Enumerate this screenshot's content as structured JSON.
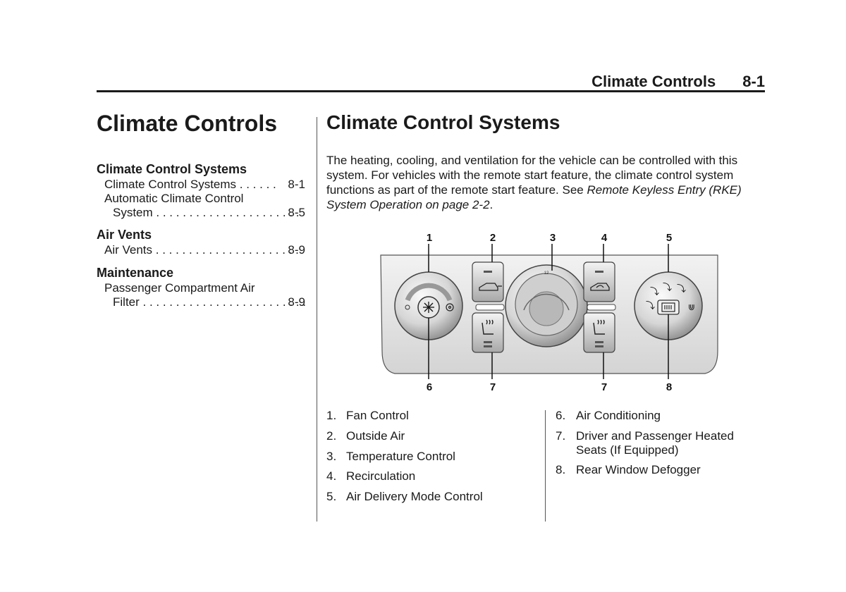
{
  "header": {
    "title": "Climate Controls",
    "page_number": "8-1"
  },
  "chapter_title": "Climate Controls",
  "toc": [
    {
      "heading": "Climate Control Systems",
      "entries": [
        {
          "text": "Climate Control Systems",
          "dots": " . . . . . . ",
          "page": "8-1"
        },
        {
          "text": "Automatic Climate Control",
          "dots": "",
          "page": ""
        },
        {
          "text": "System",
          "dots": " . . . . . . . . . . . . . . . . . . . . . . ",
          "page": "8-5"
        }
      ]
    },
    {
      "heading": "Air Vents",
      "entries": [
        {
          "text": "Air Vents",
          "dots": " . . . . . . . . . . . . . . . . . . . . . . ",
          "page": "8-9"
        }
      ]
    },
    {
      "heading": "Maintenance",
      "entries": [
        {
          "text": "Passenger Compartment Air",
          "dots": "",
          "page": ""
        },
        {
          "text": "Filter",
          "dots": " . . . . . . . . . . . . . . . . . . . . . . . . . ",
          "page": "8-9"
        }
      ]
    }
  ],
  "section": {
    "title": "Climate Control Systems",
    "intro_text": "The heating, cooling, and ventilation for the vehicle can be controlled with this system. For vehicles with the remote start feature, the climate control system functions as part of the remote start feature. See ",
    "intro_link": "Remote Keyless Entry (RKE) System Operation on page 2-2",
    "intro_end": "."
  },
  "diagram": {
    "callouts_top": [
      "1",
      "2",
      "3",
      "4",
      "5"
    ],
    "callouts_bottom": [
      "6",
      "7",
      "7",
      "8"
    ],
    "dial_marking": "12"
  },
  "legend": {
    "left": [
      {
        "num": "1.",
        "label": "Fan Control"
      },
      {
        "num": "2.",
        "label": "Outside Air"
      },
      {
        "num": "3.",
        "label": "Temperature Control"
      },
      {
        "num": "4.",
        "label": "Recirculation"
      },
      {
        "num": "5.",
        "label": "Air Delivery Mode Control"
      }
    ],
    "right": [
      {
        "num": "6.",
        "label": "Air Conditioning"
      },
      {
        "num": "7.",
        "label": "Driver and Passenger Heated",
        "label2": "Seats (If Equipped)"
      },
      {
        "num": "8.",
        "label": "Rear Window Defogger"
      }
    ]
  }
}
